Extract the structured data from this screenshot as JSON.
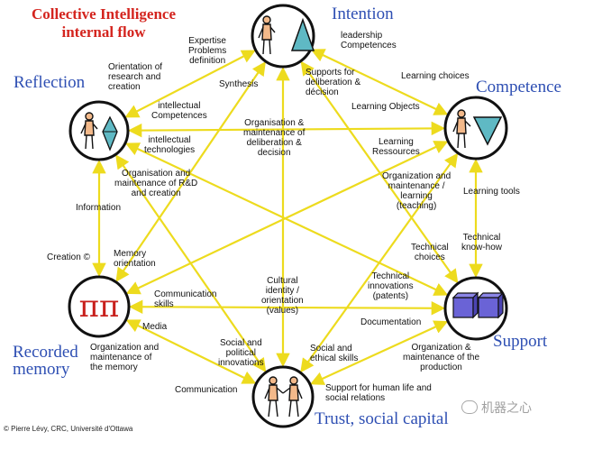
{
  "title": {
    "line1": "Collective Intelligence",
    "line2": "internal flow"
  },
  "nodes": {
    "intention": "Intention",
    "reflection": "Reflection",
    "competence": "Competence",
    "recorded_memory_line1": "Recorded",
    "recorded_memory_line2": "memory",
    "support": "Support",
    "trust": "Trust, social capital"
  },
  "recorded_memory_symbol": "ππ",
  "labels": {
    "expertise": [
      "Expertise",
      "Problems",
      "definition"
    ],
    "leadership": [
      "leadership",
      "Competences"
    ],
    "orientation_research": [
      "Orientation of",
      "research and",
      "creation"
    ],
    "learning_choices": "Learning choices",
    "synthesis": "Synthesis",
    "supports_deliberation": [
      "Supports  for",
      "deliberation &",
      "décision"
    ],
    "intellectual_competences": [
      "intellectual",
      "Competences"
    ],
    "learning_objects": "Learning Objects",
    "org_maint_deliberation": [
      "Organisation &",
      "maintenance of",
      "deliberation  &",
      "decision"
    ],
    "intellectual_technologies": [
      "intellectual",
      "technologies"
    ],
    "learning_resources": [
      "Learning",
      "Ressources"
    ],
    "org_maint_rd": [
      "Organisation and",
      "maintenance of R&D",
      "and creation"
    ],
    "org_maint_learning": [
      "Organization and",
      "maintenance /",
      "learning",
      "(teaching)"
    ],
    "learning_tools": "Learning tools",
    "information": "Information",
    "technical_knowhow": [
      "Technical",
      "know-how"
    ],
    "creation": "Creation",
    "memory_orientation": [
      "Memory",
      "orientation"
    ],
    "technical_choices": [
      "Technical",
      "choices"
    ],
    "cultural_identity": [
      "Cultural",
      "identity /",
      "orientation",
      "(values)"
    ],
    "technical_innovations": [
      "Technical",
      "innovations",
      "(patents)"
    ],
    "communication_skills": [
      "Communication",
      "skills"
    ],
    "media": "Media",
    "documentation": "Documentation",
    "org_maint_memory": [
      "Organization and",
      "maintenance of",
      "the memory"
    ],
    "social_political": [
      "Social and",
      "political",
      "innovations"
    ],
    "social_ethical": [
      "Social and",
      "ethical skills"
    ],
    "org_maint_production": [
      "Organization &",
      "maintenance of the",
      "production"
    ],
    "communication": "Communication",
    "support_human_life": [
      "Support  for human life and",
      "social relations"
    ]
  },
  "credit": "© Pierre Lévy, CRC, Université d'Ottawa",
  "watermark": "机器之心",
  "colors": {
    "arrow": "#eddb1e",
    "node_label": "#2e4fb3",
    "title": "#d4251f",
    "triangle_fill": "#5fb9c4",
    "cube_fill": "#6a63d6",
    "pi": "#c8201c"
  }
}
